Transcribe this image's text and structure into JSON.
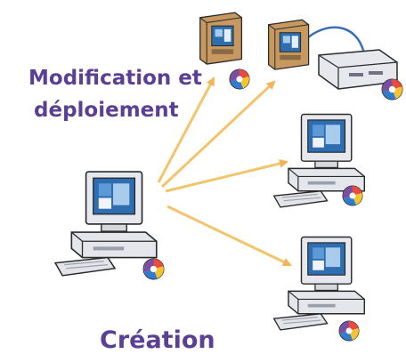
{
  "labels": {
    "modification_line1": "Modification et",
    "modification_line2": "déploiement",
    "creation": "Création"
  },
  "icons": {
    "source": "workstation-icon",
    "targets": [
      "embedded-board-icon",
      "embedded-board-icon",
      "network-device-icon",
      "workstation-icon",
      "workstation-icon"
    ],
    "badge": "product-logo-icon"
  },
  "colors": {
    "label": "#5a3f95",
    "arrow": "#f2c46c",
    "cable": "#3a6fb8",
    "case": "#e9eaee",
    "screen": "#2c6fb0",
    "board": "#c79a63"
  }
}
